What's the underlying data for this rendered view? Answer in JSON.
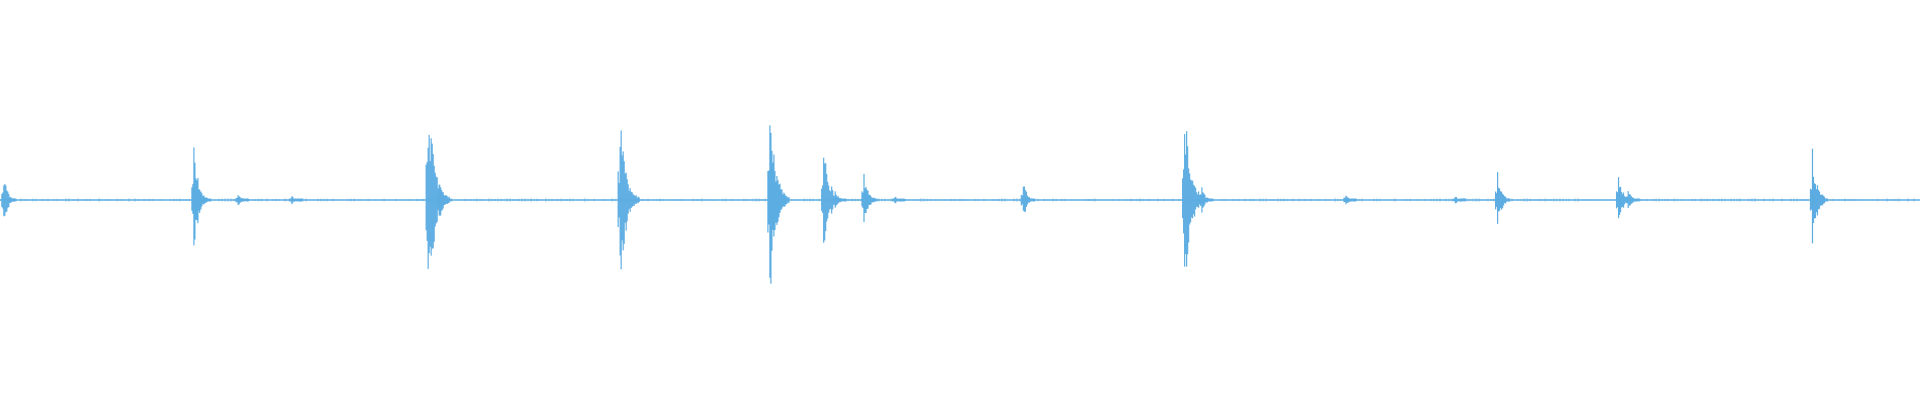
{
  "waveform": {
    "color": "#5dade2",
    "background": "#ffffff",
    "peaks": [
      {
        "t": 0.002,
        "amp": 0.12
      },
      {
        "t": 0.101,
        "amp": 0.24
      },
      {
        "t": 0.104,
        "amp": 0.06
      },
      {
        "t": 0.124,
        "amp": 0.03
      },
      {
        "t": 0.152,
        "amp": 0.02
      },
      {
        "t": 0.223,
        "amp": 0.5
      },
      {
        "t": 0.229,
        "amp": 0.1
      },
      {
        "t": 0.323,
        "amp": 0.41
      },
      {
        "t": 0.401,
        "amp": 0.44
      },
      {
        "t": 0.429,
        "amp": 0.3
      },
      {
        "t": 0.435,
        "amp": 0.05
      },
      {
        "t": 0.45,
        "amp": 0.14
      },
      {
        "t": 0.466,
        "amp": 0.02
      },
      {
        "t": 0.533,
        "amp": 0.09
      },
      {
        "t": 0.617,
        "amp": 0.47
      },
      {
        "t": 0.626,
        "amp": 0.06
      },
      {
        "t": 0.701,
        "amp": 0.03
      },
      {
        "t": 0.758,
        "amp": 0.02
      },
      {
        "t": 0.78,
        "amp": 0.13
      },
      {
        "t": 0.843,
        "amp": 0.14
      },
      {
        "t": 0.848,
        "amp": 0.06
      },
      {
        "t": 0.944,
        "amp": 0.24
      }
    ],
    "baseline_noise": 0.012
  }
}
